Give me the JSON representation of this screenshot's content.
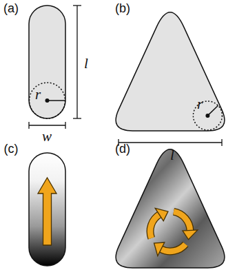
{
  "diagram": {
    "labels": [
      "(a)",
      "l",
      "w",
      "r",
      "(b)",
      "r",
      "l",
      "(c)",
      "(d)"
    ]
  }
}
